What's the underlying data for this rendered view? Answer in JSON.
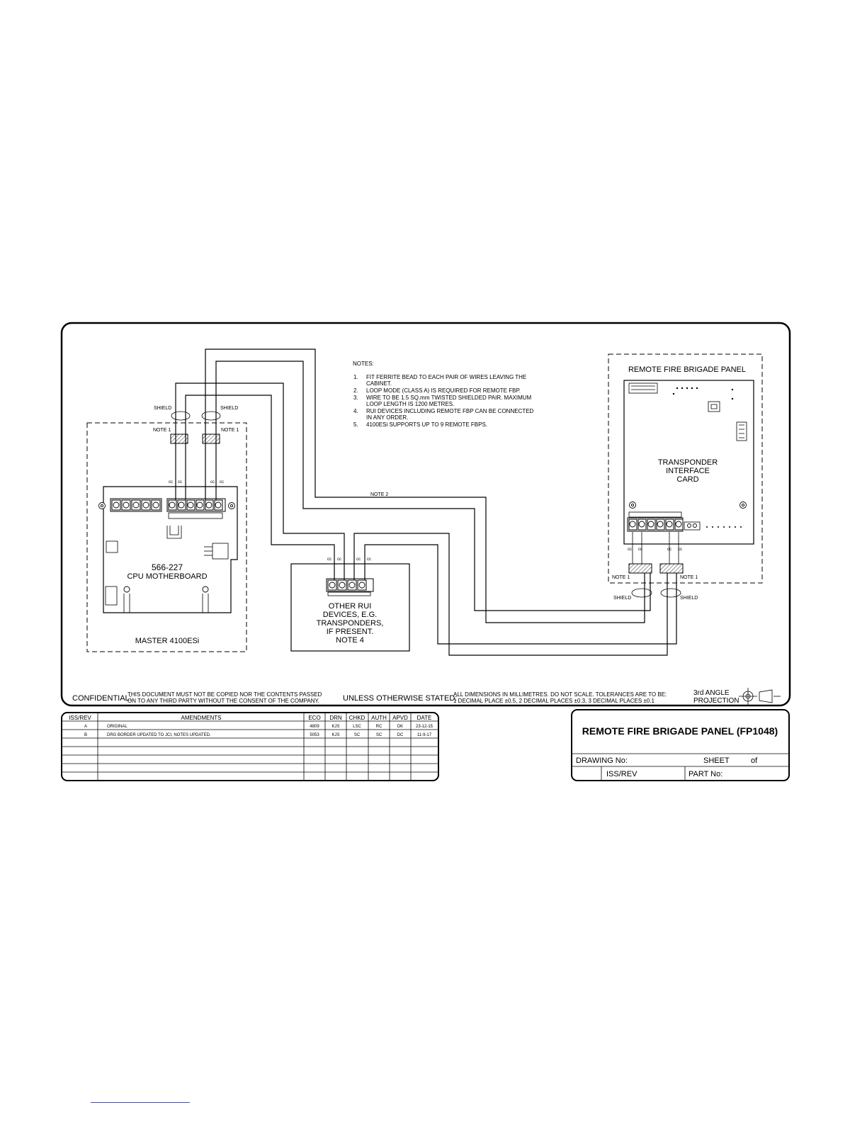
{
  "notes": {
    "heading": "NOTES:",
    "items": [
      {
        "num": "1.",
        "lines": [
          "FIT FERRITE BEAD TO EACH PAIR OF WIRES LEAVING THE",
          "CABINET."
        ]
      },
      {
        "num": "2.",
        "lines": [
          "LOOP MODE (CLASS A) IS REQUIRED FOR REMOTE FBP."
        ]
      },
      {
        "num": "3.",
        "lines": [
          "WIRE TO BE 1.5 SQ.mm TWISTED SHIELDED PAIR. MAXIMUM",
          "LOOP LENGTH IS 1200 METRES."
        ]
      },
      {
        "num": "4.",
        "lines": [
          "RUI DEVICES INCLUDING REMOTE FBP CAN BE CONNECTED",
          "IN ANY ORDER."
        ]
      },
      {
        "num": "5.",
        "lines": [
          "4100ESi SUPPORTS UP TO 9 REMOTE FBPS."
        ]
      }
    ]
  },
  "labels": {
    "shield": "SHIELD",
    "note1": "NOTE 1",
    "note2": "NOTE 2",
    "cc": "cc",
    "master_title": "MASTER 4100ESi",
    "cpu_line1": "566-227",
    "cpu_line2": "CPU MOTHERBOARD",
    "rui_lines": [
      "OTHER RUI",
      "DEVICES, E.G.",
      "TRANSPONDERS,",
      "IF PRESENT.",
      "NOTE 4"
    ],
    "rfbp_title": "REMOTE FIRE BRIGADE PANEL",
    "tic_lines": [
      "TRANSPONDER",
      "INTERFACE",
      "CARD"
    ]
  },
  "footer": {
    "confidential_label": "CONFIDENTIAL:",
    "confidential_text": [
      "THIS DOCUMENT MUST NOT BE COPIED NOR THE CONTENTS PASSED",
      "ON TO ANY THIRD PARTY WITHOUT THE CONSENT OF THE COMPANY."
    ],
    "unless_label": "UNLESS OTHERWISE STATED:",
    "unless_text": [
      "ALL DIMENSIONS IN MILLIMETRES. DO NOT SCALE. TOLERANCES ARE TO BE:",
      "1 DECIMAL PLACE ±0.5, 2 DECIMAL PLACES ±0.3, 3 DECIMAL PLACES ±0.1"
    ],
    "projection_lines": [
      "3rd ANGLE",
      "PROJECTION"
    ]
  },
  "revision_table": {
    "headers": [
      "ISS/REV",
      "AMENDMENTS",
      "ECO",
      "DRN",
      "CHKD",
      "AUTH",
      "APVD",
      "DATE"
    ],
    "rows": [
      [
        "A",
        "ORIGINAL",
        "4809",
        "KJS",
        "LSC",
        "RC",
        "DK",
        "23-12-15"
      ],
      [
        "B",
        "DRG BORDER UPDATED TO JCI, NOTES UPDATED.",
        "5053",
        "KJS",
        "SC",
        "SC",
        "DC",
        "11-9-17"
      ]
    ]
  },
  "title_block": {
    "title": "REMOTE FIRE BRIGADE PANEL (FP1048)",
    "drawing_no_label": "DRAWING No:",
    "sheet_label": "SHEET",
    "of_label": "of",
    "issrev_label": "ISS/REV",
    "part_no_label": "PART No:"
  }
}
